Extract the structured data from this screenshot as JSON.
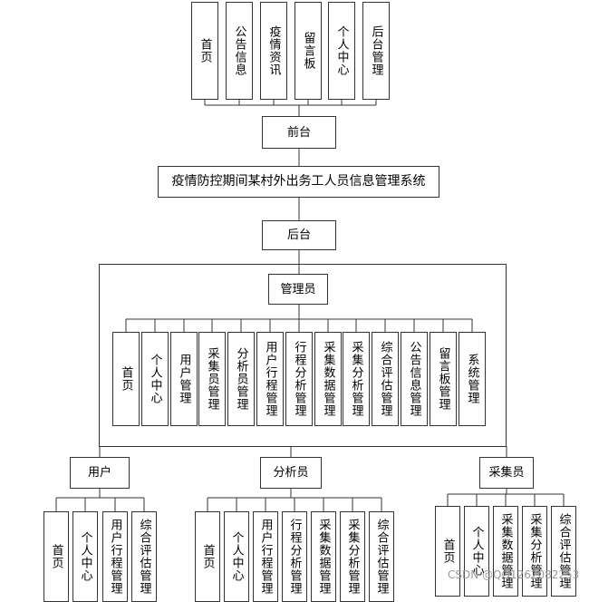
{
  "frontend": {
    "items": [
      "首页",
      "公告信息",
      "疫情资讯",
      "留言板",
      "个人中心",
      "后台管理"
    ],
    "label": "前台"
  },
  "system_title": "疫情防控期间某村外出务工人员信息管理系统",
  "backend": {
    "label": "后台",
    "admin": {
      "label": "管理员",
      "items": [
        "首页",
        "个人中心",
        "用户管理",
        "采集员管理",
        "分析员管理",
        "用户行程管理",
        "行程分析管理",
        "采集数据管理",
        "采集分析管理",
        "综合评估管理",
        "公告信息管理",
        "留言板管理",
        "系统管理"
      ]
    },
    "user": {
      "label": "用户",
      "items": [
        "首页",
        "个人中心",
        "用户行程管理",
        "综合评估管理"
      ]
    },
    "analyst": {
      "label": "分析员",
      "items": [
        "首页",
        "个人中心",
        "用户行程管理",
        "行程分析管理",
        "采集数据管理",
        "采集分析管理",
        "综合评估管理"
      ]
    },
    "collector": {
      "label": "采集员",
      "items": [
        "首页",
        "个人中心",
        "采集数据管理",
        "采集分析管理",
        "综合评估管理"
      ]
    }
  },
  "watermark": "CSDN @QQ1262082253"
}
